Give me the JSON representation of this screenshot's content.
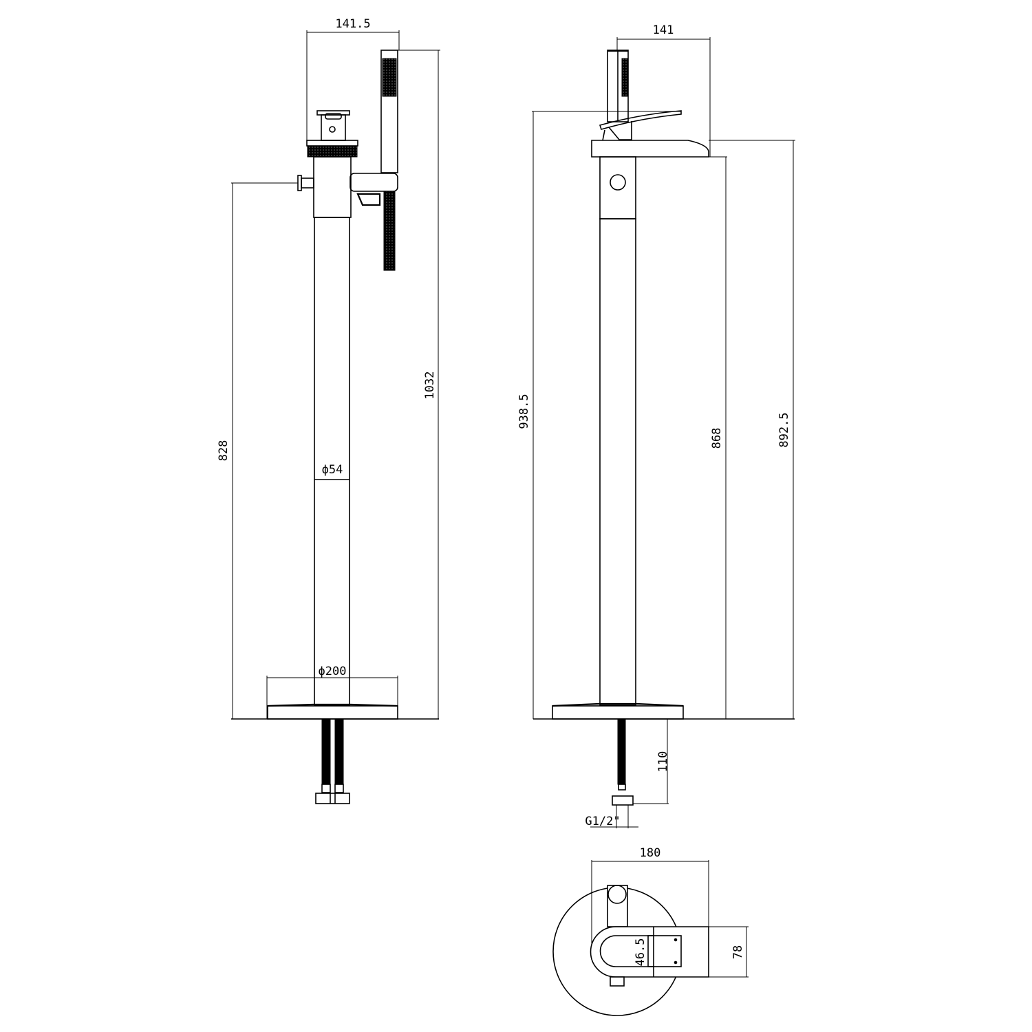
{
  "drawing": {
    "front_view": {
      "dim_top_width": "141.5",
      "dim_total_height": "1032",
      "dim_knob_height": "828",
      "dim_pipe_diameter": "ϕ54",
      "dim_base_diameter": "ϕ200"
    },
    "side_view": {
      "dim_spout_reach": "141",
      "dim_lever_height": "938.5",
      "dim_body_height": "868",
      "dim_spout_height": "892.5",
      "dim_tail_length": "110",
      "dim_thread": "G1/2\""
    },
    "plan_view": {
      "dim_width": "180",
      "dim_inner_width": "46.5",
      "dim_spout_width": "78"
    }
  }
}
